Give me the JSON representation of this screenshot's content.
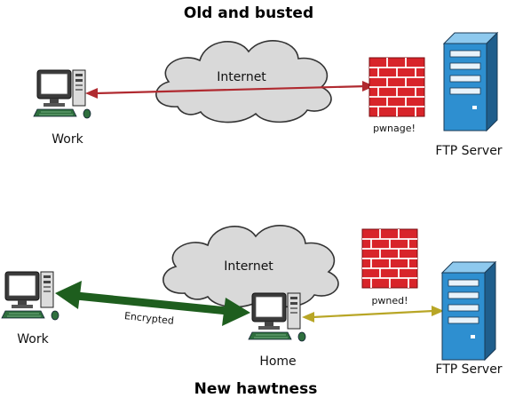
{
  "top": {
    "title": "Old and busted",
    "cloud_label": "Internet",
    "work_label": "Work",
    "firewall_label": "pwnage!",
    "server_label": "FTP Server"
  },
  "bottom": {
    "title": "New hawtness",
    "cloud_label": "Internet",
    "work_label": "Work",
    "home_label": "Home",
    "encrypted_label": "Encrypted",
    "firewall_label": "pwned!",
    "server_label": "FTP Server"
  },
  "colors": {
    "old_link": "#b02a30",
    "encrypted_link": "#1e5e1e",
    "home_link": "#b8a626",
    "firewall": "#d8242a",
    "server": "#2e8fd0",
    "cloud": "#d9d9d9"
  },
  "icons": [
    "computer-icon",
    "cloud-icon",
    "firewall-icon",
    "server-icon"
  ]
}
